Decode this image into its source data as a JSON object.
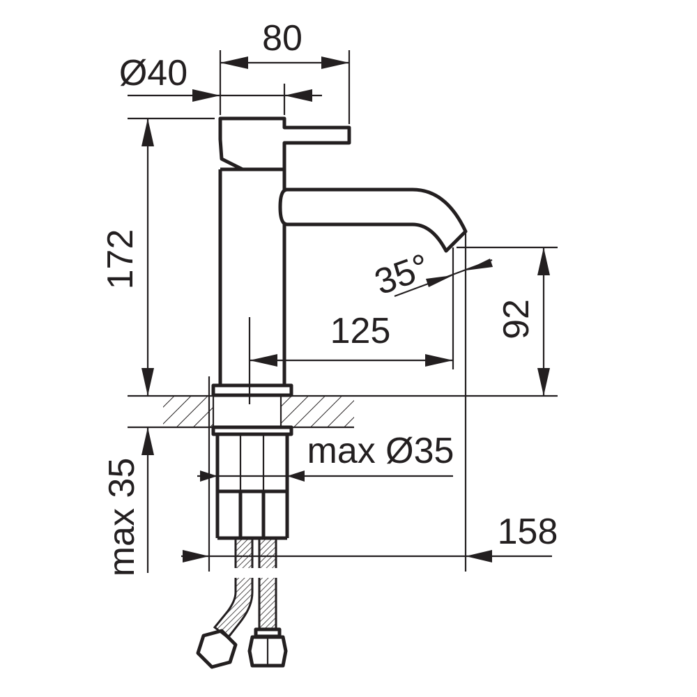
{
  "drawing": {
    "ink_color": "#231f20",
    "background": "#ffffff",
    "dimensions": {
      "overall_width": "80",
      "handle_diameter": "Ø40",
      "overall_height": "172",
      "spout_angle": "35°",
      "spout_height": "92",
      "spout_reach": "125",
      "hole_diameter": "max Ø35",
      "countertop_thickness": "max 35",
      "total_reach": "158"
    }
  }
}
